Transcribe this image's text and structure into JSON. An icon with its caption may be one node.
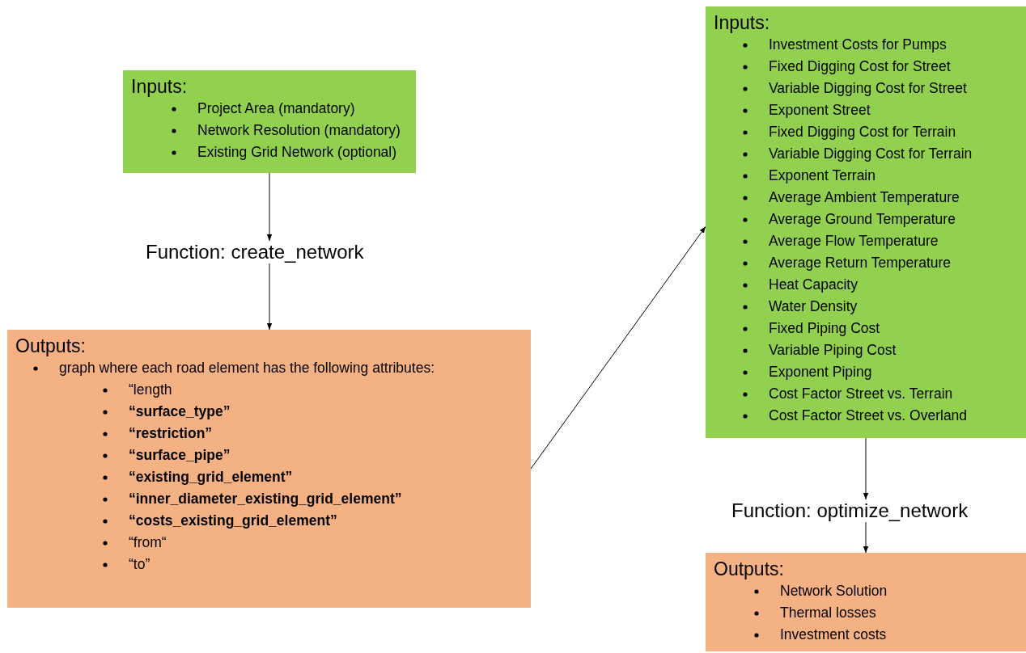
{
  "diagram": {
    "nodes": [
      {
        "text": [
          "Inputs:",
          "Project Area (mandatory)",
          "Network Resolution (mandatory)",
          "Existing Grid Network (optional)"
        ]
      },
      {
        "text": [
          "Function: create_network"
        ]
      },
      {
        "text": [
          "Outputs:",
          "graph where each road element has the following attributes:",
          "“length",
          "**“surface_type”**",
          "**“restriction”**",
          "**“surface_pipe”**",
          "**“existing_grid_element”**",
          "**“inner_diameter_existing_grid_element”**",
          "**“costs_existing_grid_element”**",
          "“from“",
          "“to”"
        ]
      },
      {
        "text": [
          "Inputs:",
          "Investment Costs for Pumps",
          "Fixed Digging Cost for Street",
          "Variable Digging Cost for Street",
          "Exponent Street",
          "Fixed Digging Cost for Terrain",
          "Variable Digging Cost for Terrain",
          "Exponent Terrain",
          "Average Ambient Temperature",
          "Average Ground Temperature",
          "Average Flow Temperature",
          "Average Return Temperature",
          "Heat Capacity",
          "Water Density",
          "Fixed Piping Cost",
          "Variable Piping Cost",
          "Exponent Piping",
          "Cost Factor Street vs. Terrain",
          "Cost Factor Street vs. Overland"
        ]
      },
      {
        "text": [
          "Function: optimize_network"
        ]
      },
      {
        "text": [
          "Outputs:",
          "Network Solution",
          "Thermal losses",
          "Investment costs"
        ]
      }
    ],
    "edges": [
      {
        "from": 0,
        "to": 1,
        "arrow": "to"
      },
      {
        "from": 1,
        "to": 2,
        "arrow": "to"
      },
      {
        "from": 2,
        "to": 3,
        "arrow": "to"
      },
      {
        "from": 3,
        "to": 4,
        "arrow": "to"
      },
      {
        "from": 4,
        "to": 5,
        "arrow": "to"
      }
    ]
  }
}
